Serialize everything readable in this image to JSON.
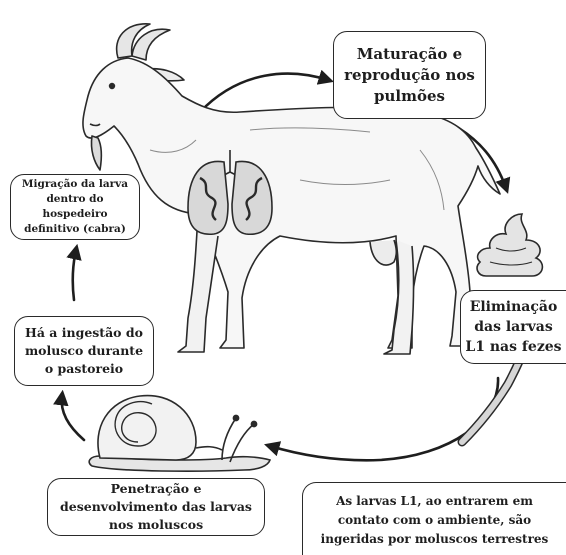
{
  "diagram": {
    "maturacao_label": "Maturação e reprodução nos pulmões",
    "migracao_label": "Migração da larva dentro do hospedeiro definitivo (cabra)",
    "ingestao_label": "Há a ingestão do molusco durante o pastoreio",
    "eliminacao_label": "Eliminação das larvas L1 nas fezes",
    "penetracao_label": "Penetração e desenvolvimento das larvas nos moluscos",
    "larvas_label": "As larvas L1, ao entrarem em contato com o ambiente, são ingeridas por moluscos terrestres"
  },
  "icons": {
    "host": "goat-illustration",
    "organ": "lungs-icon",
    "feces": "feces-icon",
    "larva": "larva-icon",
    "intermediate_host": "snail-illustration"
  },
  "colors": {
    "line": "#2a2a2a",
    "lung_fill": "#d8d8d8",
    "sketch_fill": "#f7f7f7"
  }
}
